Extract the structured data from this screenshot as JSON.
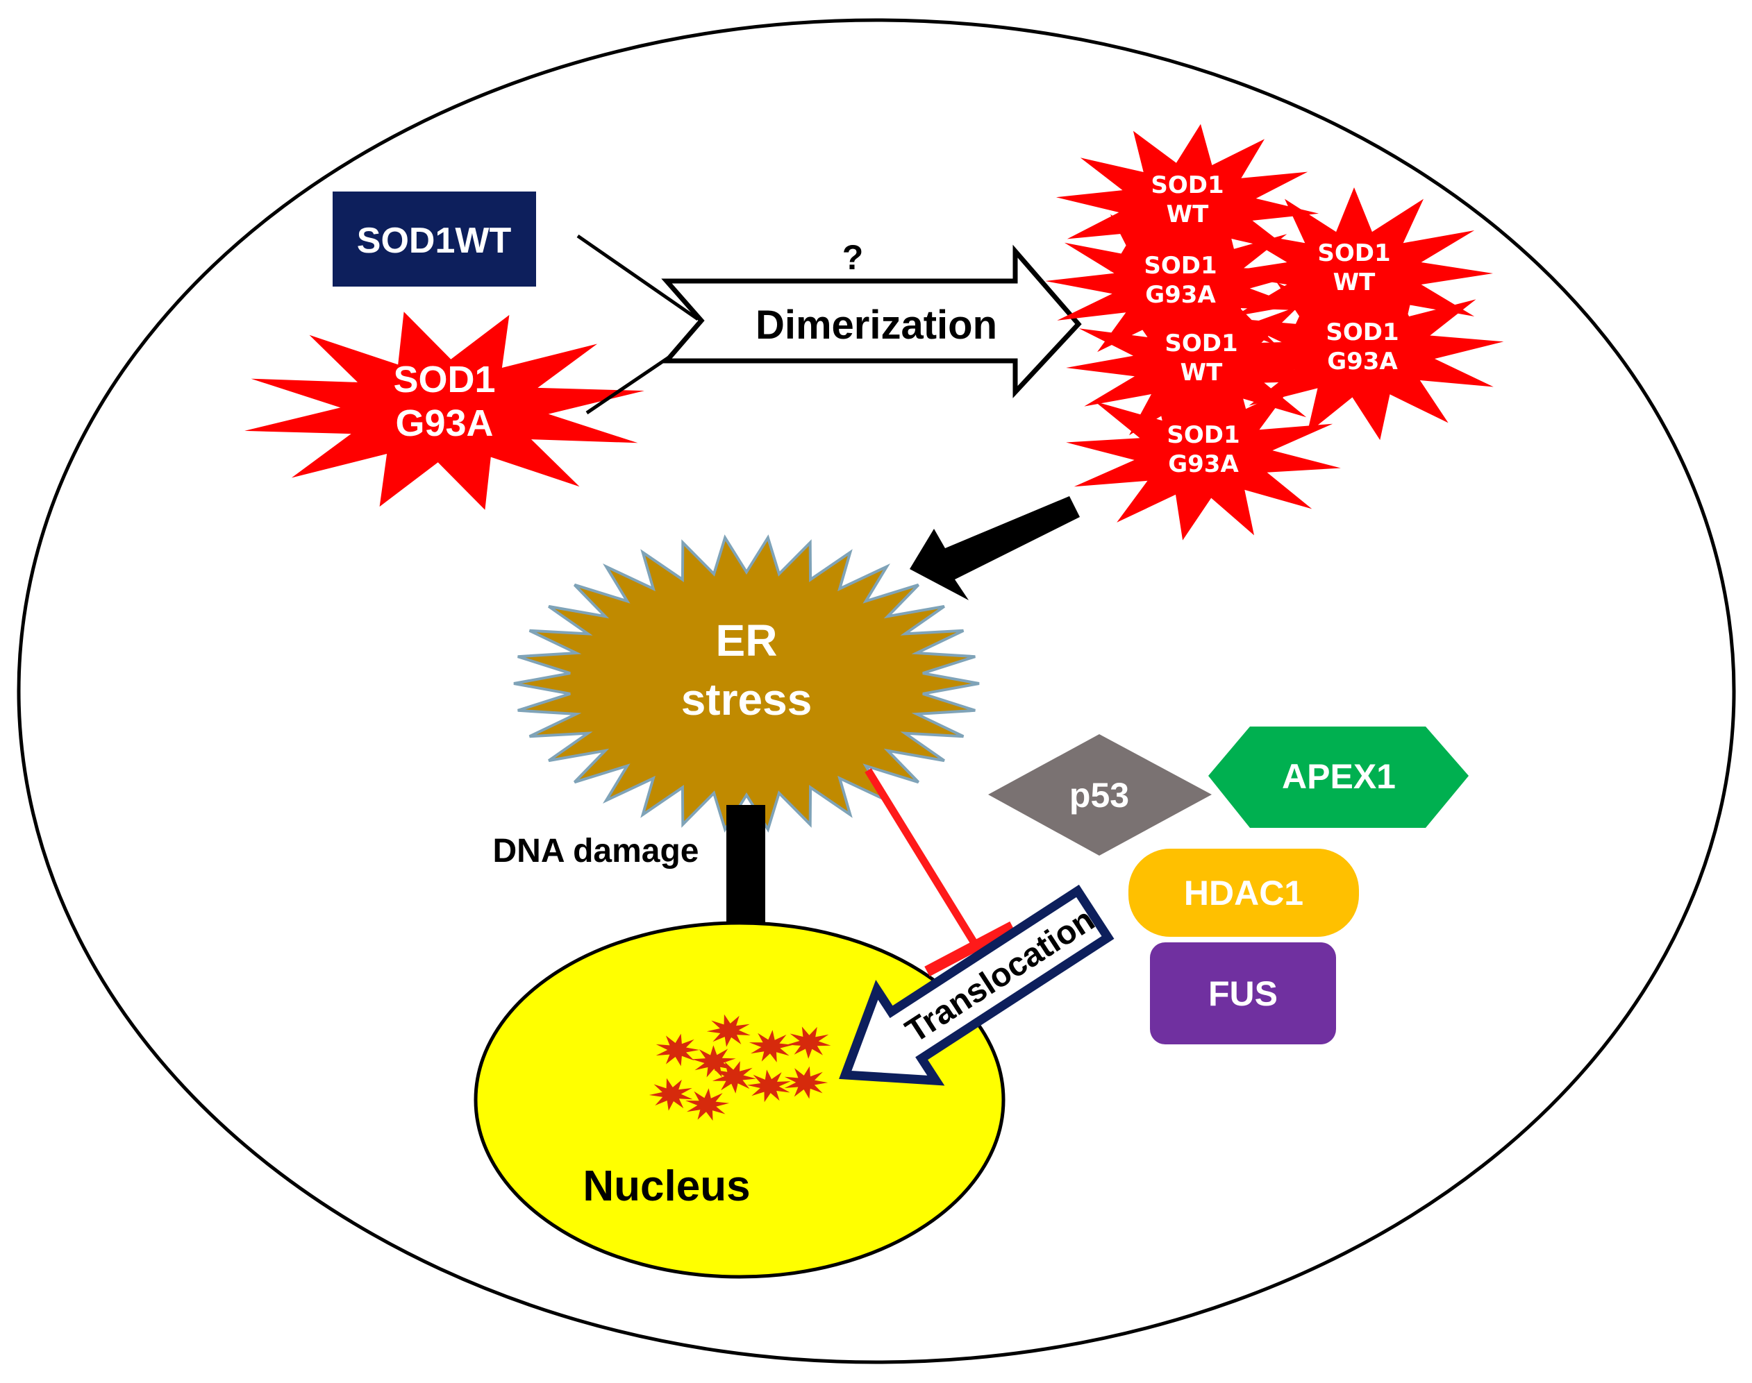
{
  "labels": {
    "sod1wt_box": "SOD1WT",
    "sod1_g93a_line1": "SOD1",
    "sod1_g93a_line2": "G93A",
    "question": "?",
    "dimerization": "Dimerization",
    "er_line1": "ER",
    "er_line2": "stress",
    "dna_damage": "DNA damage",
    "translocation": "Translocation",
    "nucleus": "Nucleus",
    "p53": "p53",
    "apex1": "APEX1",
    "hdac1": "HDAC1",
    "fus": "FUS"
  },
  "cluster": [
    {
      "line1": "SOD1",
      "line2": "WT"
    },
    {
      "line1": "SOD1",
      "line2": "G93A"
    },
    {
      "line1": "SOD1",
      "line2": "WT"
    },
    {
      "line1": "SOD1",
      "line2": "WT"
    },
    {
      "line1": "SOD1",
      "line2": "G93A"
    },
    {
      "line1": "SOD1",
      "line2": "G93A"
    }
  ],
  "colors": {
    "sod1wt_box": "#0d1f5c",
    "mutant_star": "#ff0000",
    "er_stress": "#c08a00",
    "er_outline": "#7fa3b8",
    "nucleus": "#ffff00",
    "nucleus_spots": "#d62a0c",
    "p53": "#7a7272",
    "apex1": "#00b050",
    "hdac1": "#ffc000",
    "fus": "#7030a0",
    "inhibition": "#ff1a1a",
    "translocation_border": "#0d1f5c"
  }
}
